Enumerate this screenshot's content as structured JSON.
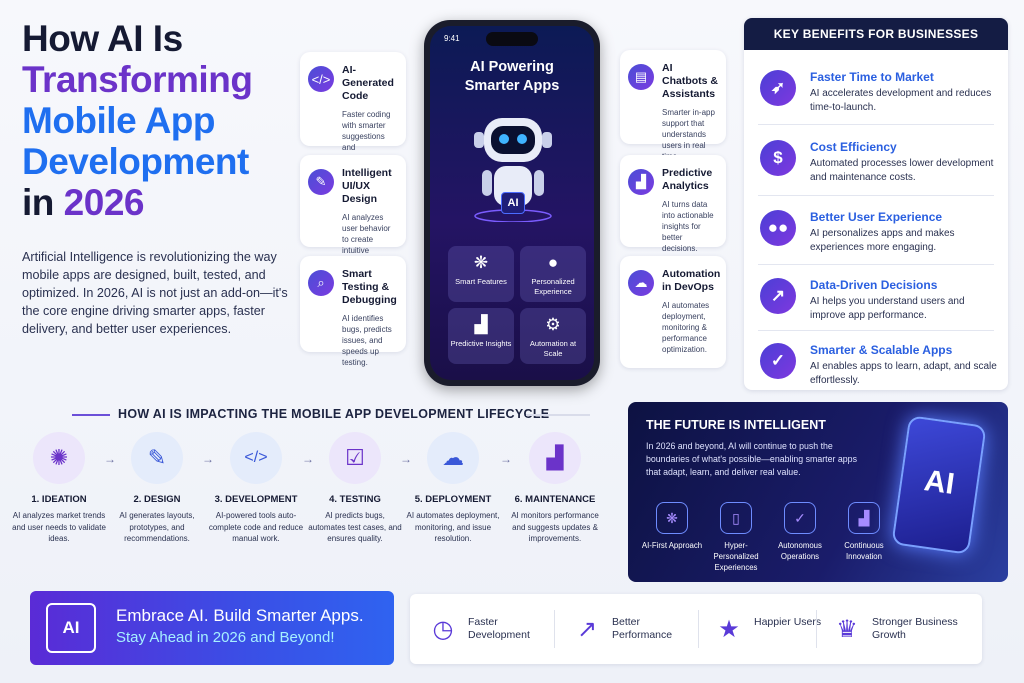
{
  "title": {
    "line1": "How AI Is",
    "line2": "Transforming",
    "line3": "Mobile App",
    "line4": "Development",
    "line5_pre": "in",
    "line5_year": "2026"
  },
  "intro": "Artificial Intelligence is revolutionizing the way mobile apps are designed, built, tested, and optimized. In 2026, AI is not just an add-on—it's the core engine driving smarter apps, faster delivery, and better user experiences.",
  "left_cards": [
    {
      "title": "AI-Generated Code",
      "desc": "Faster coding with smarter suggestions and automation.",
      "icon": "code-icon"
    },
    {
      "title": "Intelligent UI/UX Design",
      "desc": "AI analyzes user behavior to create intuitive designs.",
      "icon": "design-icon"
    },
    {
      "title": "Smart Testing & Debugging",
      "desc": "AI identifies bugs, predicts issues, and speeds up testing.",
      "icon": "search-icon"
    }
  ],
  "right_cards": [
    {
      "title": "AI Chatbots & Assistants",
      "desc": "Smarter in-app support that understands users in real time.",
      "icon": "chat-icon"
    },
    {
      "title": "Predictive Analytics",
      "desc": "AI turns data into actionable insights for better decisions.",
      "icon": "analytics-icon"
    },
    {
      "title": "Automation in DevOps",
      "desc": "AI automates deployment, monitoring & performance optimization.",
      "icon": "cloud-icon"
    }
  ],
  "phone": {
    "time": "9:41",
    "title": "AI Powering Smarter Apps",
    "badge": "AI",
    "tiles": [
      {
        "label": "Smart Features",
        "icon": "brain-icon"
      },
      {
        "label": "Personalized Experience",
        "icon": "user-icon"
      },
      {
        "label": "Predictive Insights",
        "icon": "chart-icon"
      },
      {
        "label": "Automation at Scale",
        "icon": "gear-icon"
      }
    ]
  },
  "benefits": {
    "header": "KEY BENEFITS FOR BUSINESSES",
    "items": [
      {
        "title": "Faster Time to Market",
        "desc": "AI accelerates development and reduces time-to-launch.",
        "icon": "rocket-icon"
      },
      {
        "title": "Cost Efficiency",
        "desc": "Automated processes lower development and maintenance costs.",
        "icon": "dollar-icon"
      },
      {
        "title": "Better User Experience",
        "desc": "AI personalizes apps and makes experiences more engaging.",
        "icon": "users-icon"
      },
      {
        "title": "Data-Driven Decisions",
        "desc": "AI helps you understand users and improve app performance.",
        "icon": "growth-icon"
      },
      {
        "title": "Smarter & Scalable Apps",
        "desc": "AI enables apps to learn, adapt, and scale effortlessly.",
        "icon": "shield-check-icon"
      }
    ]
  },
  "lifecycle": {
    "title": "HOW AI IS IMPACTING THE MOBILE APP DEVELOPMENT LIFECYCLE",
    "steps": [
      {
        "title": "1. IDEATION",
        "desc": "AI analyzes market trends and user needs to validate ideas.",
        "icon": "lightbulb-icon",
        "color": "#ece6fb"
      },
      {
        "title": "2. DESIGN",
        "desc": "AI generates layouts, prototypes, and recommendations.",
        "icon": "pen-icon",
        "color": "#e4ecfb"
      },
      {
        "title": "3. DEVELOPMENT",
        "desc": "AI-powered tools auto-complete code and reduce manual work.",
        "icon": "code-icon",
        "color": "#e4ecfb"
      },
      {
        "title": "4. TESTING",
        "desc": "AI predicts bugs, automates test cases, and ensures quality.",
        "icon": "clipboard-icon",
        "color": "#ece6fb"
      },
      {
        "title": "5. DEPLOYMENT",
        "desc": "AI automates deployment, monitoring, and issue resolution.",
        "icon": "cloud-upload-icon",
        "color": "#e4ecfb"
      },
      {
        "title": "6. MAINTENANCE",
        "desc": "AI monitors performance and suggests updates & improvements.",
        "icon": "bar-chart-icon",
        "color": "#ece6fb"
      }
    ]
  },
  "future": {
    "title": "THE FUTURE IS INTELLIGENT",
    "desc": "In 2026 and beyond, AI will continue to push the boundaries of what's possible—enabling smarter apps that adapt, learn, and deliver real value.",
    "badge": "AI",
    "items": [
      {
        "label": "AI-First Approach",
        "icon": "brain-icon"
      },
      {
        "label": "Hyper-Personalized Experiences",
        "icon": "phone-icon"
      },
      {
        "label": "Autonomous Operations",
        "icon": "shield-check-icon"
      },
      {
        "label": "Continuous Innovation",
        "icon": "bar-chart-icon"
      }
    ]
  },
  "cta": {
    "chip": "AI",
    "line1": "Embrace AI. Build Smarter Apps.",
    "line2": "Stay Ahead in 2026 and Beyond!"
  },
  "outcomes": [
    {
      "label": "Faster Development",
      "icon": "stopwatch-icon"
    },
    {
      "label": "Better Performance",
      "icon": "growth-icon"
    },
    {
      "label": "Happier Users",
      "icon": "users-star-icon"
    },
    {
      "label": "Stronger Business Growth",
      "icon": "trophy-icon"
    }
  ]
}
